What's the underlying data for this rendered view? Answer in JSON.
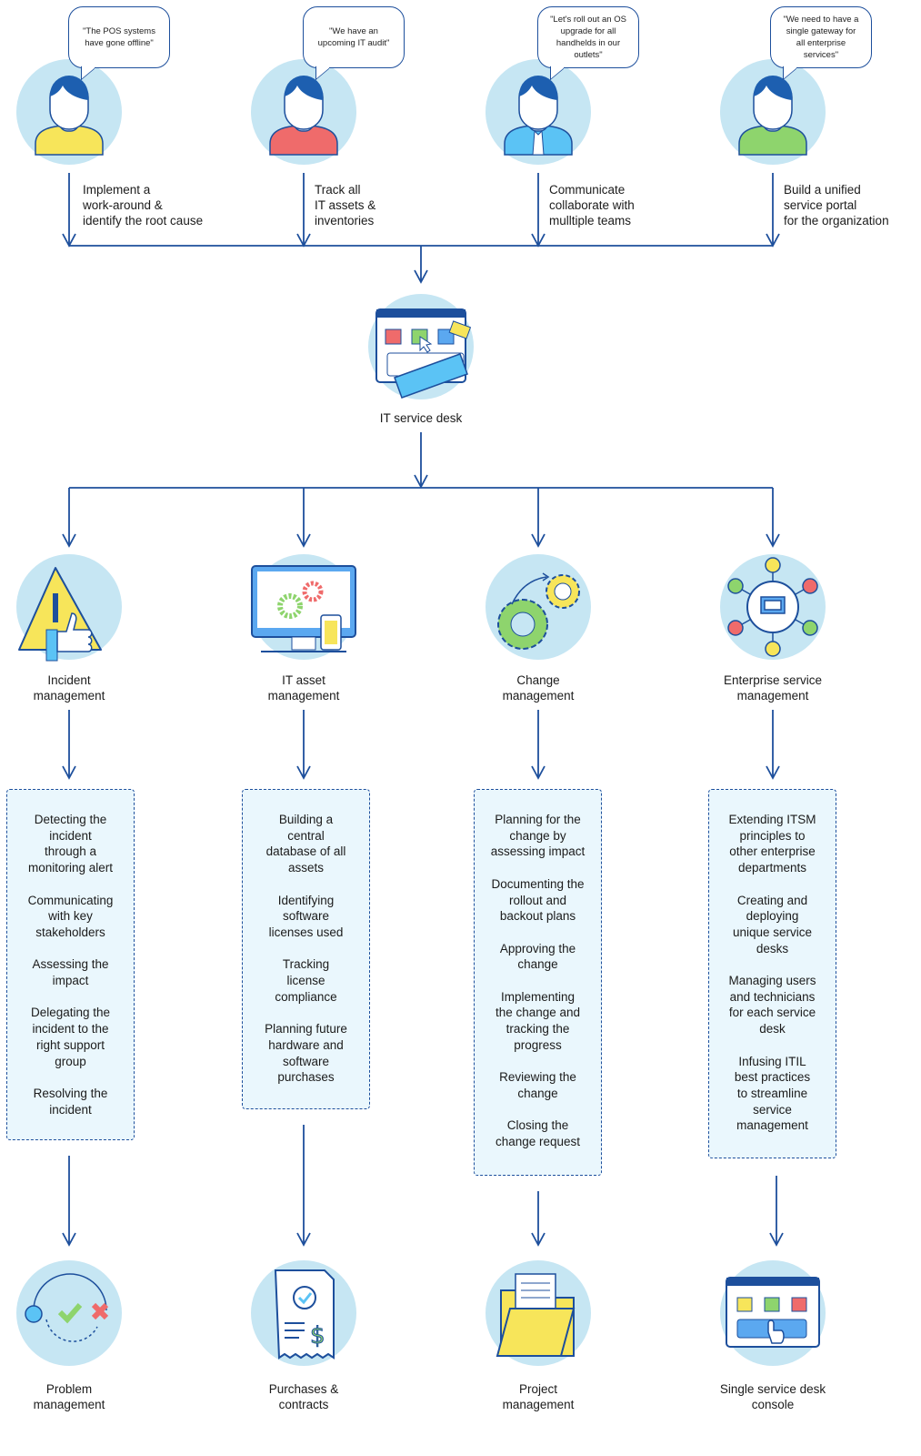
{
  "colors": {
    "line": "#1d4f9c",
    "circle": "#c6e6f3",
    "box_fill": "#eaf7fd"
  },
  "personas": [
    {
      "quote": "\"The POS systems\nhave gone offline\"",
      "need": "Implement a\nwork-around &\nidentify the root cause",
      "shirt": "#f7e55a",
      "icon": "person-icon"
    },
    {
      "quote": "\"We have an\nupcoming IT audit\"",
      "need": "Track all\nIT assets &\ninventories",
      "shirt": "#ef6b6b",
      "icon": "person-icon"
    },
    {
      "quote": "\"Let's roll out an OS\nupgrade for all\nhandhelds in our\noutlets\"",
      "need": "Communicate\ncollaborate with\nmulltiple teams",
      "shirt": "#5bc3f5",
      "icon": "person-with-tie-icon"
    },
    {
      "quote": "\"We need to have a\nsingle gateway for\nall enterprise\nservices\"",
      "need": "Build a unified\nservice portal\nfor the organization",
      "shirt": "#8ed46d",
      "icon": "person-icon"
    }
  ],
  "hub": {
    "label": "IT service desk",
    "icon": "service-desk-window-icon"
  },
  "practices": [
    {
      "label": "Incident\nmanagement",
      "icon": "warning-thumbs-up-icon",
      "tasks": [
        "Detecting the\nincident\nthrough a\nmonitoring alert",
        "Communicating\nwith key\nstakeholders",
        "Assessing the\nimpact",
        "Delegating the\nincident to the\nright support\ngroup",
        "Resolving the\nincident"
      ],
      "outcome": {
        "label": "Problem\nmanagement",
        "icon": "problem-resolution-icon"
      }
    },
    {
      "label": "IT asset\nmanagement",
      "icon": "monitor-gears-icon",
      "tasks": [
        "Building a\ncentral\ndatabase of all\nassets",
        "Identifying\nsoftware\nlicenses used",
        "Tracking\nlicense\ncompliance",
        "Planning future\nhardware and\nsoftware\npurchases"
      ],
      "outcome": {
        "label": "Purchases &\ncontracts",
        "icon": "invoice-dollar-icon"
      }
    },
    {
      "label": "Change\nmanagement",
      "icon": "rotating-gears-icon",
      "tasks": [
        "Planning for the\nchange by\nassessing impact",
        "Documenting the\nrollout and\nbackout plans",
        "Approving the\nchange",
        "Implementing\nthe change and\ntracking the\nprogress",
        "Reviewing the\nchange",
        "Closing the\nchange request"
      ],
      "outcome": {
        "label": "Project\nmanagement",
        "icon": "folder-documents-icon"
      }
    },
    {
      "label": "Enterprise service\nmanagement",
      "icon": "network-monitor-icon",
      "tasks": [
        "Extending ITSM\nprinciples to\nother enterprise\ndepartments",
        "Creating and\ndeploying\nunique service\ndesks",
        "Managing users\nand technicians\nfor each service\ndesk",
        "Infusing ITIL\nbest practices\nto streamline\nservice\nmanagement"
      ],
      "outcome": {
        "label": "Single service desk\nconsole",
        "icon": "console-window-icon"
      }
    }
  ]
}
